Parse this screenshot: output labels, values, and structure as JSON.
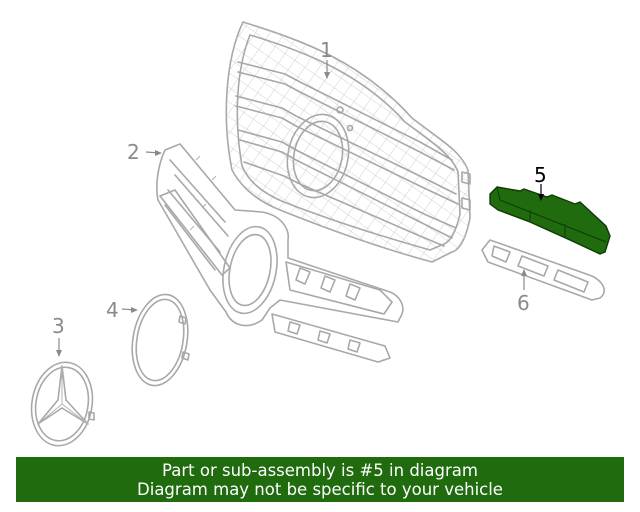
{
  "diagram": {
    "callouts": [
      {
        "label": "1",
        "highlighted": false
      },
      {
        "label": "2",
        "highlighted": false
      },
      {
        "label": "3",
        "highlighted": false
      },
      {
        "label": "4",
        "highlighted": false
      },
      {
        "label": "5",
        "highlighted": true
      },
      {
        "label": "6",
        "highlighted": false
      }
    ],
    "highlight_color": "#1f6b0e",
    "line_color": "#a8a8a8"
  },
  "banner": {
    "line1": "Part or sub-assembly is #5 in diagram",
    "line2": "Diagram may not be specific to your vehicle",
    "background": "#1f6b0e"
  }
}
